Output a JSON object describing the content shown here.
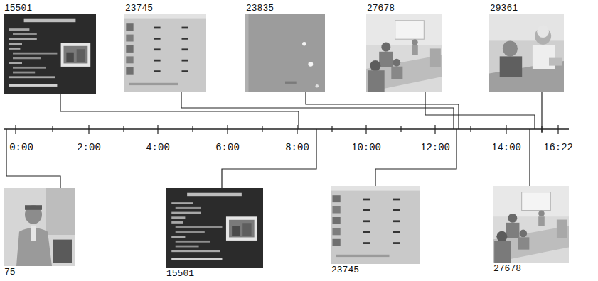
{
  "diagram": {
    "nodes": [
      {
        "text": [
          "15501"
        ]
      },
      {
        "text": [
          "23745"
        ]
      },
      {
        "text": [
          "23835"
        ]
      },
      {
        "text": [
          "27678"
        ]
      },
      {
        "text": [
          "29361"
        ]
      },
      {
        "text": [
          "75"
        ]
      },
      {
        "text": [
          "15501"
        ]
      },
      {
        "text": [
          "23745"
        ]
      },
      {
        "text": [
          "27678"
        ]
      }
    ],
    "labels": [
      "0:00",
      "2:00",
      "4:00",
      "6:00",
      "8:00",
      "10:00",
      "12:00",
      "14:00",
      "16:22"
    ]
  }
}
